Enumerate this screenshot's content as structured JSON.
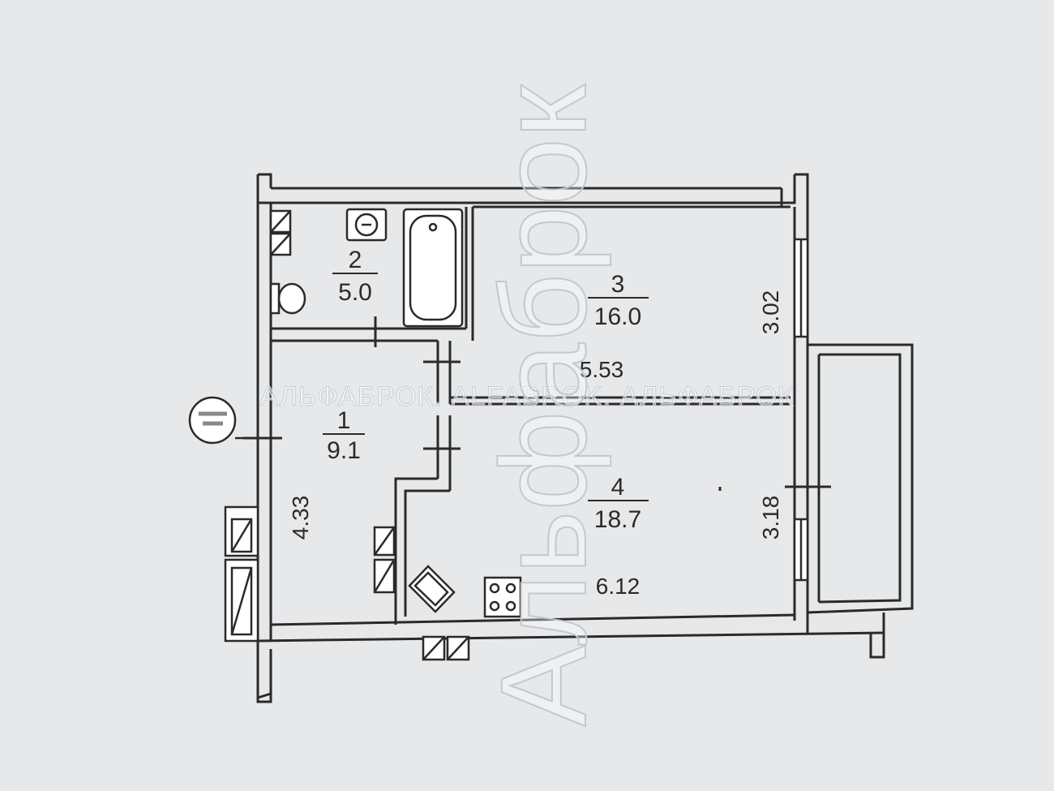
{
  "plan": {
    "rooms": [
      {
        "number": "1",
        "area": "9.1"
      },
      {
        "number": "2",
        "area": "5.0"
      },
      {
        "number": "3",
        "area": "16.0"
      },
      {
        "number": "4",
        "area": "18.7"
      }
    ],
    "dimensions": [
      "4.33",
      "5.53",
      "3.02",
      "6.12",
      "3.18"
    ]
  },
  "watermark": {
    "horizontal": "АЛЬФАБРОК. ALFABROK. АЛЬФАБРОК",
    "vertical": "Альфаброк"
  },
  "colors": {
    "background": "#e6e8ea",
    "lines": "#2a2a2a"
  }
}
